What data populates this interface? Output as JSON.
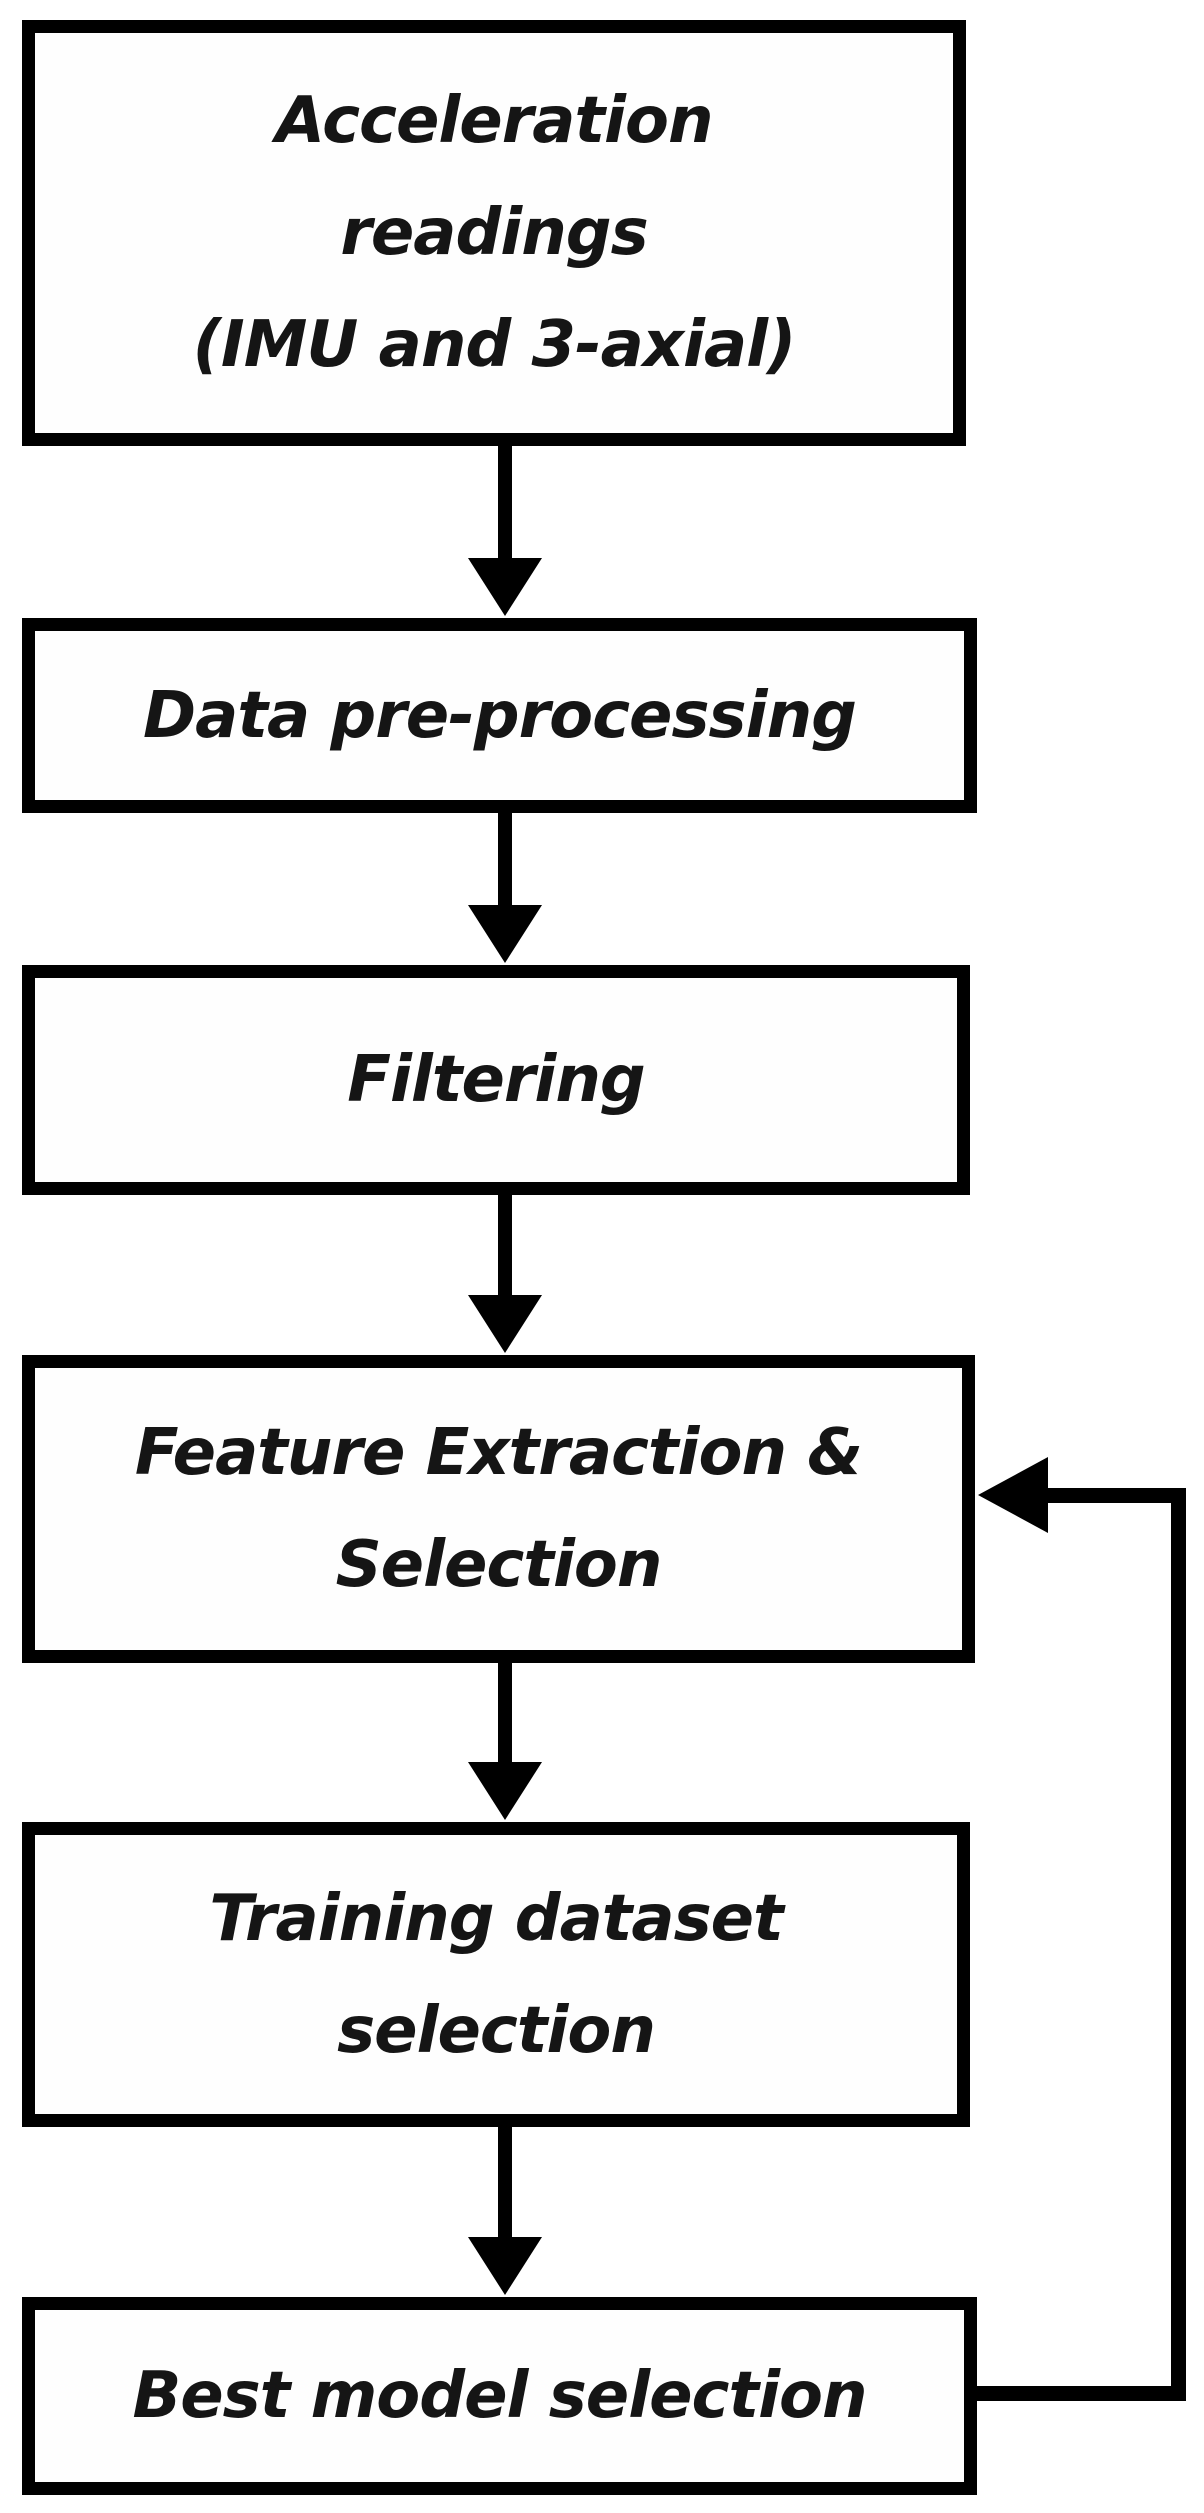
{
  "flowchart": {
    "background_color": "#ffffff",
    "line_color": "#000000",
    "text_color": "#151515",
    "nodes": [
      {
        "id": "acceleration-readings",
        "label": "Acceleration\nreadings\n(IMU and 3-axial)"
      },
      {
        "id": "data-pre-processing",
        "label": "Data pre-processing"
      },
      {
        "id": "filtering",
        "label": "Filtering"
      },
      {
        "id": "feature-extraction-selection",
        "label": "Feature Extraction &\nSelection"
      },
      {
        "id": "training-dataset-selection",
        "label": "Training dataset\nselection"
      },
      {
        "id": "best-model-selection",
        "label": "Best model selection"
      }
    ],
    "edges": [
      {
        "from": "acceleration-readings",
        "to": "data-pre-processing",
        "type": "arrow-down"
      },
      {
        "from": "data-pre-processing",
        "to": "filtering",
        "type": "arrow-down"
      },
      {
        "from": "filtering",
        "to": "feature-extraction-selection",
        "type": "arrow-down"
      },
      {
        "from": "feature-extraction-selection",
        "to": "training-dataset-selection",
        "type": "arrow-down"
      },
      {
        "from": "training-dataset-selection",
        "to": "best-model-selection",
        "type": "arrow-down"
      },
      {
        "from": "best-model-selection",
        "to": "feature-extraction-selection",
        "type": "feedback-loop-right-side"
      }
    ]
  }
}
